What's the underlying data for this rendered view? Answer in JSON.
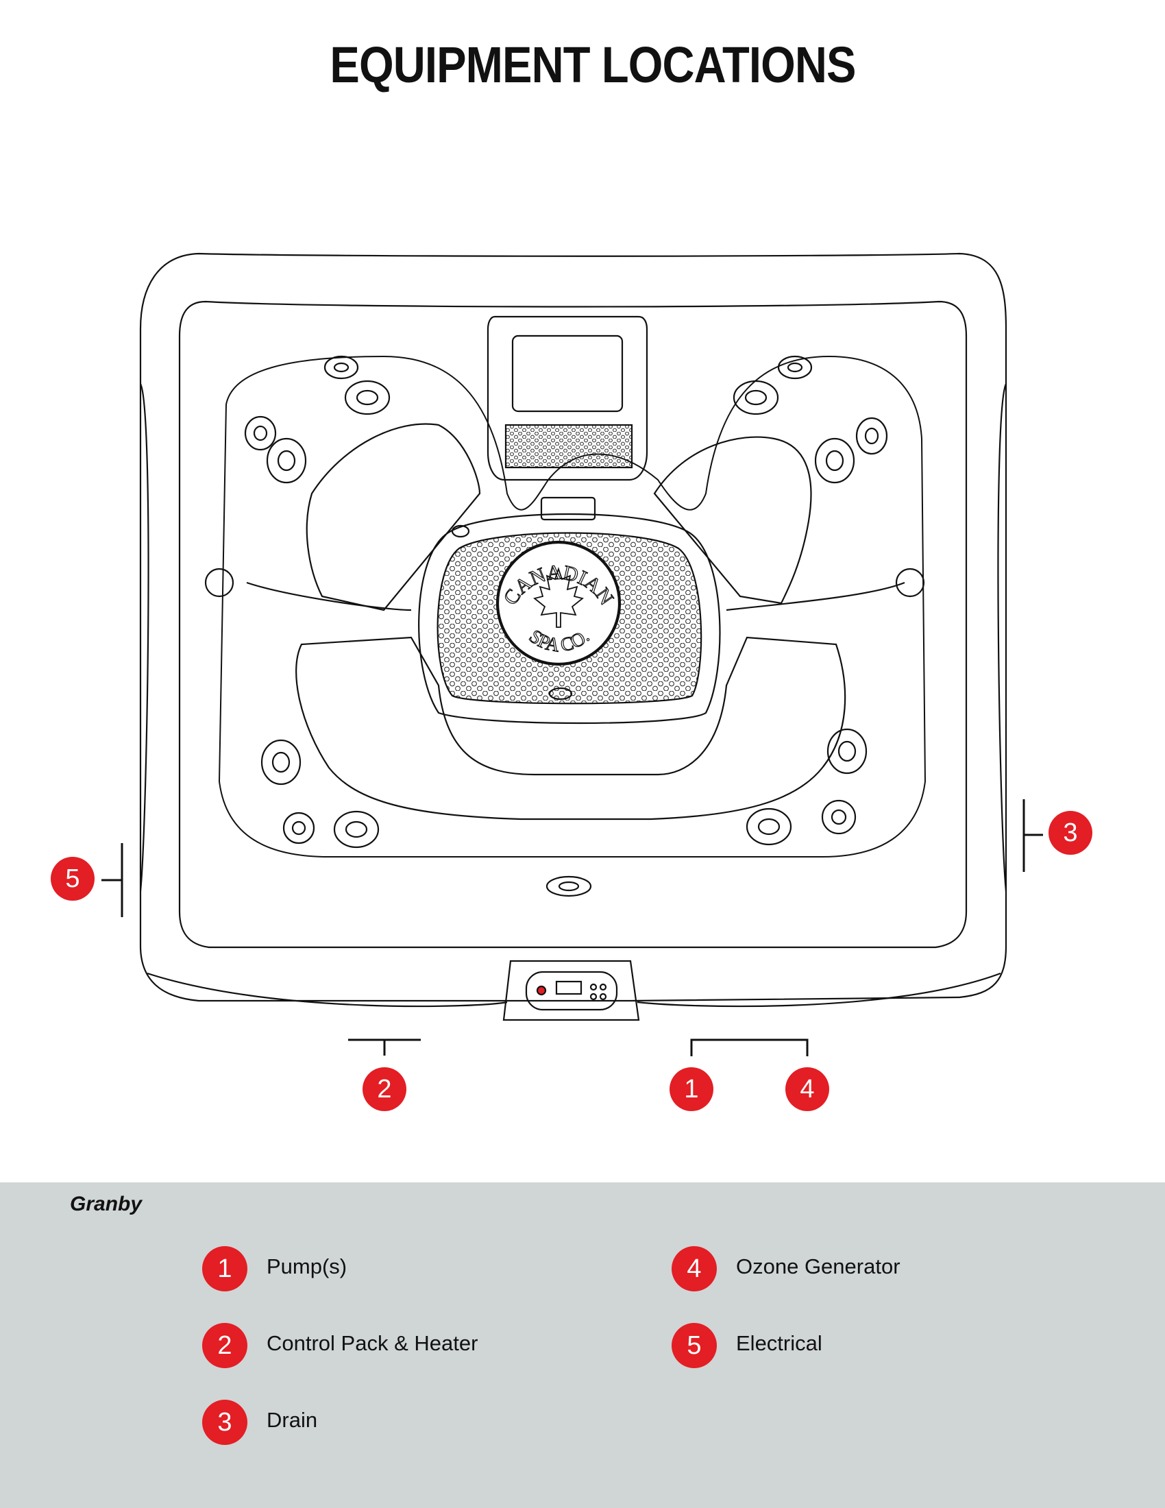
{
  "page": {
    "title": "EQUIPMENT LOCATIONS",
    "model": "Granby"
  },
  "logo": {
    "line1": "CANADIAN",
    "line2": "SPA CO."
  },
  "callouts": [
    "1",
    "2",
    "3",
    "4",
    "5"
  ],
  "legend": [
    {
      "number": "1",
      "label": "Pump(s)"
    },
    {
      "number": "2",
      "label": "Control Pack & Heater"
    },
    {
      "number": "3",
      "label": "Drain"
    },
    {
      "number": "4",
      "label": "Ozone Generator"
    },
    {
      "number": "5",
      "label": "Electrical"
    }
  ],
  "colors": {
    "accent": "#e31e24",
    "panel": "#d0d5d6",
    "line": "#111111"
  }
}
